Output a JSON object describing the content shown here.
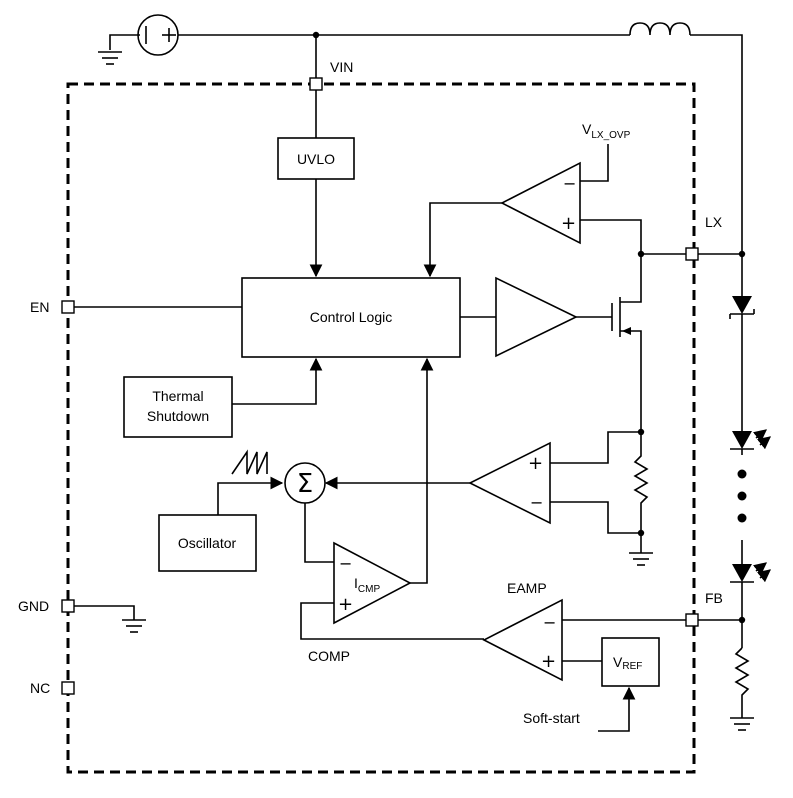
{
  "diagram": {
    "pins": {
      "vin": "VIN",
      "en": "EN",
      "gnd": "GND",
      "nc": "NC",
      "lx": "LX",
      "fb": "FB"
    },
    "blocks": {
      "uvlo": "UVLO",
      "control_logic": "Control Logic",
      "thermal_line1": "Thermal",
      "thermal_line2": "Shutdown",
      "oscillator": "Oscillator",
      "vref_main": "V",
      "vref_sub": "REF"
    },
    "labels": {
      "vlx_ovp_main": "V",
      "vlx_ovp_sub": "LX_OVP",
      "icmp_main": "I",
      "icmp_sub": "CMP",
      "eamp": "EAMP",
      "comp": "COMP",
      "soft_start": "Soft-start",
      "sigma": "Σ",
      "plus": "+",
      "minus": "−"
    },
    "icons": [
      "current-source-icon",
      "inductor-icon",
      "ground-icon",
      "diode-icon",
      "led-icon",
      "resistor-icon",
      "mosfet-icon",
      "sawtooth-icon",
      "op-amp-icon",
      "summing-junction-icon"
    ]
  }
}
